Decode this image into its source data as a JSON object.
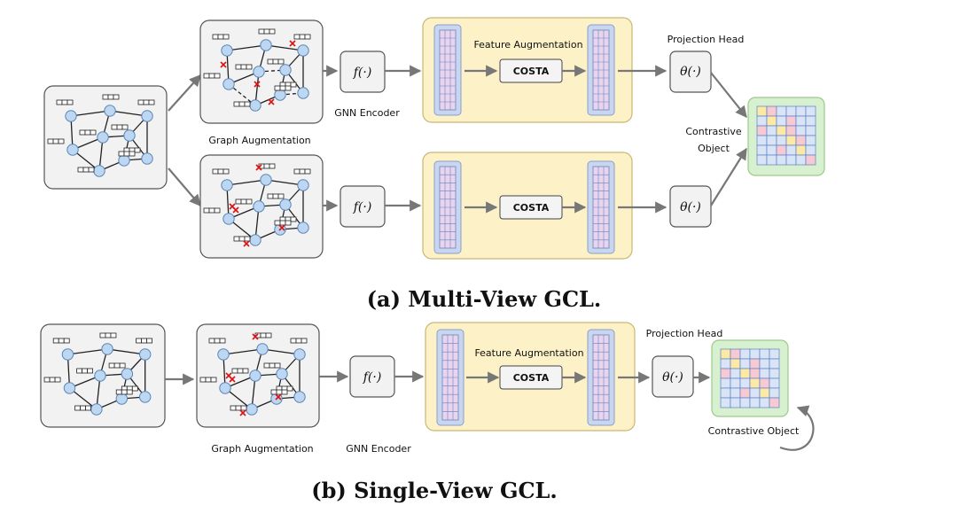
{
  "panel_a": {
    "caption": "(a)  Multi-View GCL.",
    "graph_augmentation_label": "Graph Augmentation",
    "gnn_encoder_label": "GNN Encoder",
    "feature_augmentation_label": "Feature Augmentation",
    "projection_head_label": "Projection Head",
    "contrastive_label_line1": "Contrastive",
    "contrastive_label_line2": "Object",
    "encoder_op": "f(·)",
    "costa_label_top": "COSTA",
    "costa_label_bottom": "COSTA",
    "theta_top": "θ(·)",
    "theta_bottom": "θ(·)"
  },
  "panel_b": {
    "caption": "(b)  Single-View GCL.",
    "graph_augmentation_label": "Graph Augmentation",
    "gnn_encoder_label": "GNN Encoder",
    "feature_augmentation_label": "Feature Augmentation",
    "projection_head_label": "Projection Head",
    "contrastive_label": "Contrastive Object",
    "encoder_op": "f(·)",
    "costa_label": "COSTA",
    "theta": "θ(·)"
  },
  "colors": {
    "gray_box": "#f2f2f2",
    "feature_box": "#fdf1c8",
    "contrastive_box": "#d7f0cf",
    "node": "#bdd7f2",
    "drop_mark": "#dd1111",
    "matrix_diag": "#fde9a6",
    "matrix_pink": "#f6c9d3",
    "matrix_base": "#d9e5f7"
  }
}
